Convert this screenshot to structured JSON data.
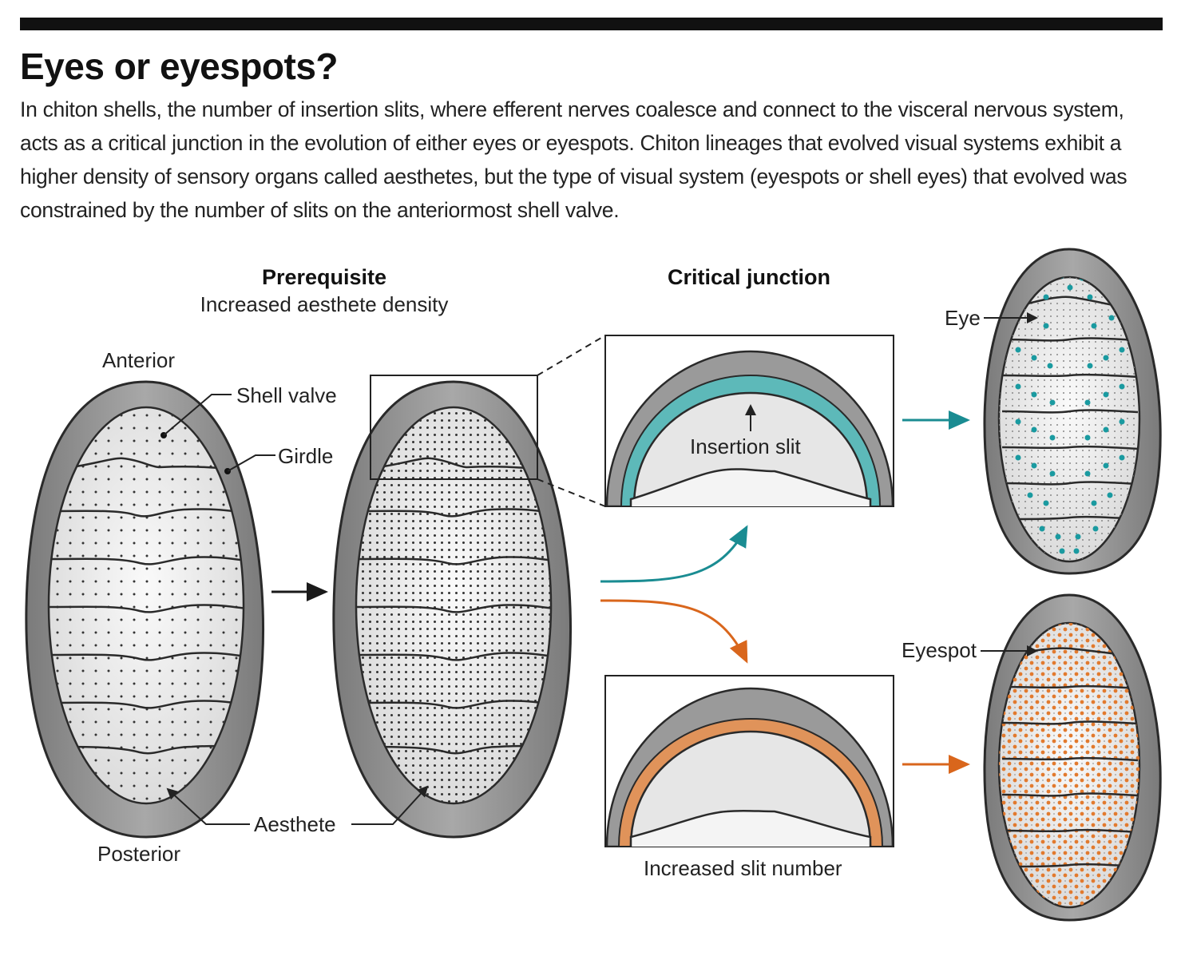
{
  "title": "Eyes or eyespots?",
  "description": "In chiton shells, the number of insertion slits, where efferent nerves coalesce and connect to the visceral nervous system, acts as a critical junction in the evolution of either eyes or eyespots. Chiton lineages that evolved visual systems exhibit a higher density of sensory organs called aesthetes, but the type of visual system (eyespots or shell eyes) that evolved was constrained by the number of slits on the anteriormost shell valve.",
  "stages": {
    "prerequisite": {
      "heading": "Prerequisite",
      "subheading": "Increased aesthete density"
    },
    "junction": {
      "heading": "Critical junction"
    }
  },
  "labels": {
    "anterior": "Anterior",
    "posterior": "Posterior",
    "shell_valve": "Shell valve",
    "girdle": "Girdle",
    "aesthete": "Aesthete",
    "insertion_slit": "Insertion slit",
    "increased_slit_number": "Increased slit number",
    "eye": "Eye",
    "eyespot": "Eyespot"
  },
  "colors": {
    "eye_teal": "#1a9aa0",
    "eyespot_orange": "#d9661c",
    "girdle_gray": "#8f8f8f",
    "shell_light": "#ececec",
    "outline": "#2a2a2a"
  }
}
